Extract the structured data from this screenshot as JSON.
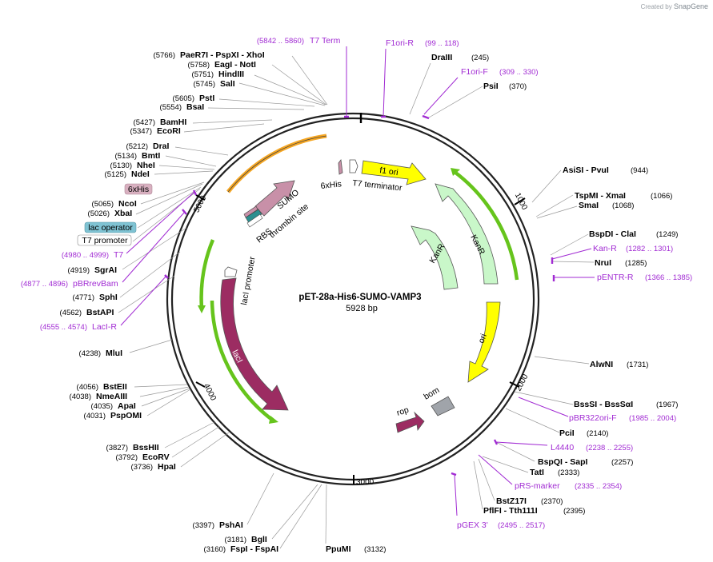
{
  "credit": {
    "prefix": "Created by",
    "brand": "SnapGene"
  },
  "plasmid": {
    "name": "pET-28a-His6-SUMO-VAMP3",
    "length": "5928 bp"
  },
  "ticks": {
    "t1000": "1000",
    "t2000": "2000",
    "t3000": "3000",
    "t4000": "4000",
    "t5000": "5000"
  },
  "features": {
    "f1_ori": "f1 ori",
    "kanr1": "KanR",
    "kanr2": "KanR",
    "ori": "ori",
    "lacI": "lacI",
    "lacI_promoter": "lacI promoter",
    "rop": "rop",
    "bom": "bom",
    "sumo": "SUMO",
    "thrombin": "thrombin site",
    "rbs": "RBS",
    "his6": "6xHis",
    "t7term": "T7 terminator"
  },
  "sites": [
    {
      "pos": "(5842 .. 5860)",
      "name": "T7 Term",
      "kind": "primer"
    },
    {
      "pos": "",
      "name": "F1ori-R",
      "kind": "primer",
      "pos2": "(99 .. 118)"
    },
    {
      "pos": "(5766)",
      "name": "PaeR7I - PspXI - XhoI"
    },
    {
      "pos": "(5758)",
      "name": "EagI - NotI"
    },
    {
      "pos": "(5751)",
      "name": "HindIII"
    },
    {
      "pos": "(5745)",
      "name": "SalI"
    },
    {
      "pos": "(5605)",
      "name": "PstI"
    },
    {
      "pos": "(5554)",
      "name": "BsaI"
    },
    {
      "pos": "(5427)",
      "name": "BamHI"
    },
    {
      "pos": "(5347)",
      "name": "EcoRI"
    },
    {
      "pos": "(5212)",
      "name": "DraI"
    },
    {
      "pos": "(5134)",
      "name": "BmtI"
    },
    {
      "pos": "(5130)",
      "name": "NheI"
    },
    {
      "pos": "(5125)",
      "name": "NdeI"
    },
    {
      "pos": "",
      "name": "6xHis",
      "kind": "feature-label"
    },
    {
      "pos": "(5065)",
      "name": "NcoI"
    },
    {
      "pos": "(5026)",
      "name": "XbaI"
    },
    {
      "pos": "",
      "name": "lac operator",
      "kind": "feature-label"
    },
    {
      "pos": "",
      "name": "T7 promoter",
      "kind": "feature-label"
    },
    {
      "pos": "(4980 .. 4999)",
      "name": "T7",
      "kind": "primer"
    },
    {
      "pos": "(4919)",
      "name": "SgrAI"
    },
    {
      "pos": "(4877 .. 4896)",
      "name": "pBRrevBam",
      "kind": "primer"
    },
    {
      "pos": "(4771)",
      "name": "SphI"
    },
    {
      "pos": "(4562)",
      "name": "BstAPI"
    },
    {
      "pos": "(4555 .. 4574)",
      "name": "LacI-R",
      "kind": "primer"
    },
    {
      "pos": "(4238)",
      "name": "MluI"
    },
    {
      "pos": "(4056)",
      "name": "BstEII"
    },
    {
      "pos": "(4038)",
      "name": "NmeAIII"
    },
    {
      "pos": "(4035)",
      "name": "ApaI"
    },
    {
      "pos": "(4031)",
      "name": "PspOMI"
    },
    {
      "pos": "(3827)",
      "name": "BssHII"
    },
    {
      "pos": "(3792)",
      "name": "EcoRV"
    },
    {
      "pos": "(3736)",
      "name": "HpaI"
    },
    {
      "pos": "(3397)",
      "name": "PshAI"
    },
    {
      "pos": "(3181)",
      "name": "BglI"
    },
    {
      "pos": "(3160)",
      "name": "FspI - FspAI"
    },
    {
      "pos": "(3132)",
      "name": "PpuMI"
    },
    {
      "pos": "(245)",
      "name": "DraIII"
    },
    {
      "pos": "(309 .. 330)",
      "name": "F1ori-F",
      "kind": "primer"
    },
    {
      "pos": "(370)",
      "name": "PsiI"
    },
    {
      "pos": "(944)",
      "name": "AsiSI - PvuI"
    },
    {
      "pos": "(1066)",
      "name": "TspMI - XmaI"
    },
    {
      "pos": "(1068)",
      "name": "SmaI"
    },
    {
      "pos": "(1249)",
      "name": "BspDI - ClaI"
    },
    {
      "pos": "(1282 .. 1301)",
      "name": "Kan-R",
      "kind": "primer"
    },
    {
      "pos": "(1285)",
      "name": "NruI"
    },
    {
      "pos": "(1366 .. 1385)",
      "name": "pENTR-R",
      "kind": "primer"
    },
    {
      "pos": "(1731)",
      "name": "AlwNI"
    },
    {
      "pos": "(1967)",
      "name": "BssSI - BssSαI"
    },
    {
      "pos": "(1985 .. 2004)",
      "name": "pBR322ori-F",
      "kind": "primer"
    },
    {
      "pos": "(2140)",
      "name": "PciI"
    },
    {
      "pos": "(2238 .. 2255)",
      "name": "L4440",
      "kind": "primer"
    },
    {
      "pos": "(2257)",
      "name": "BspQI - SapI"
    },
    {
      "pos": "(2333)",
      "name": "TatI"
    },
    {
      "pos": "(2335 .. 2354)",
      "name": "pRS-marker",
      "kind": "primer"
    },
    {
      "pos": "(2370)",
      "name": "BstZ17I"
    },
    {
      "pos": "(2395)",
      "name": "PflFI - Tth111I"
    },
    {
      "pos": "(2495 .. 2517)",
      "name": "pGEX 3'",
      "kind": "primer"
    }
  ],
  "colors": {
    "backbone": "#222222",
    "primer": "#a12bd3",
    "lacI": "#9c2c62",
    "kanr": "#c9f7c9",
    "ori": "#ffff00",
    "f1ori": "#ffff00",
    "sumo": "#c890a8",
    "green_arc": "#66c41c",
    "orange_arc": "#f5a623",
    "bom": "#a0a4aa",
    "lac_operator_bg": "#7fc3d3",
    "his_bg": "#d8b0c0"
  }
}
